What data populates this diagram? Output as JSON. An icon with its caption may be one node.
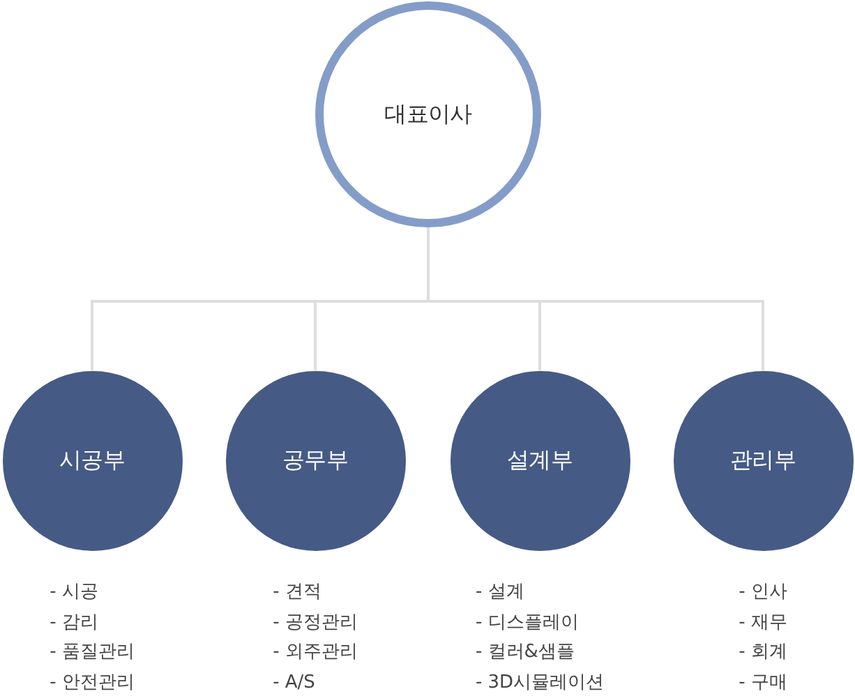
{
  "diagram": {
    "nodes": [
      {
        "text": [
          "대표이사"
        ]
      },
      {
        "text": [
          "시공부"
        ],
        "beside": [
          "- 시공",
          "- 감리",
          "- 품질관리",
          "- 안전관리"
        ]
      },
      {
        "text": [
          "공무부"
        ],
        "beside": [
          "- 견적",
          "- 공정관리",
          "- 외주관리",
          "- A/S"
        ]
      },
      {
        "text": [
          "설계부"
        ],
        "beside": [
          "- 설계",
          "- 디스플레이",
          "- 컬러&샘플",
          "- 3D시뮬레이션"
        ]
      },
      {
        "text": [
          "관리부"
        ],
        "beside": [
          "- 인사",
          "- 재무",
          "- 회계",
          "- 구매"
        ]
      }
    ],
    "edges": [
      {
        "from": 0,
        "to": 1,
        "arrow": "none"
      },
      {
        "from": 0,
        "to": 2,
        "arrow": "none"
      },
      {
        "from": 0,
        "to": 3,
        "arrow": "none"
      },
      {
        "from": 0,
        "to": 4,
        "arrow": "none"
      }
    ]
  }
}
